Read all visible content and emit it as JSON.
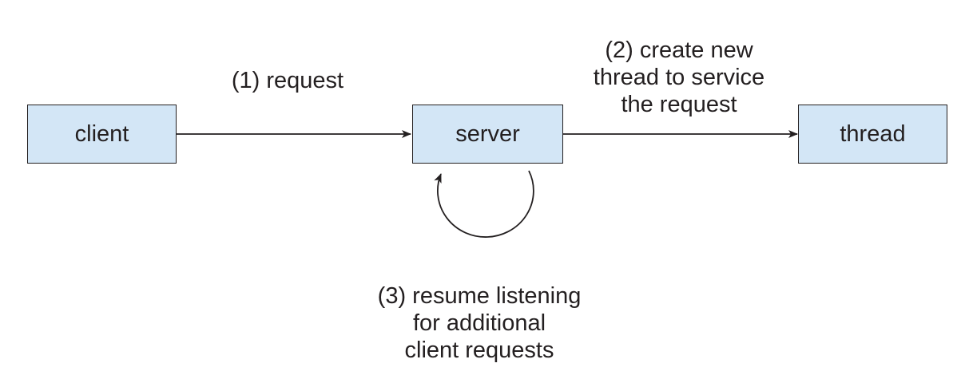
{
  "nodes": {
    "client": "client",
    "server": "server",
    "thread": "thread"
  },
  "labels": {
    "step1": "(1) request",
    "step2": [
      "(2) create new",
      "thread to service",
      "the request"
    ],
    "step3": [
      "(3) resume listening",
      "for additional",
      "client requests"
    ]
  },
  "colors": {
    "box_fill": "#d3e6f6",
    "stroke": "#231f20"
  }
}
